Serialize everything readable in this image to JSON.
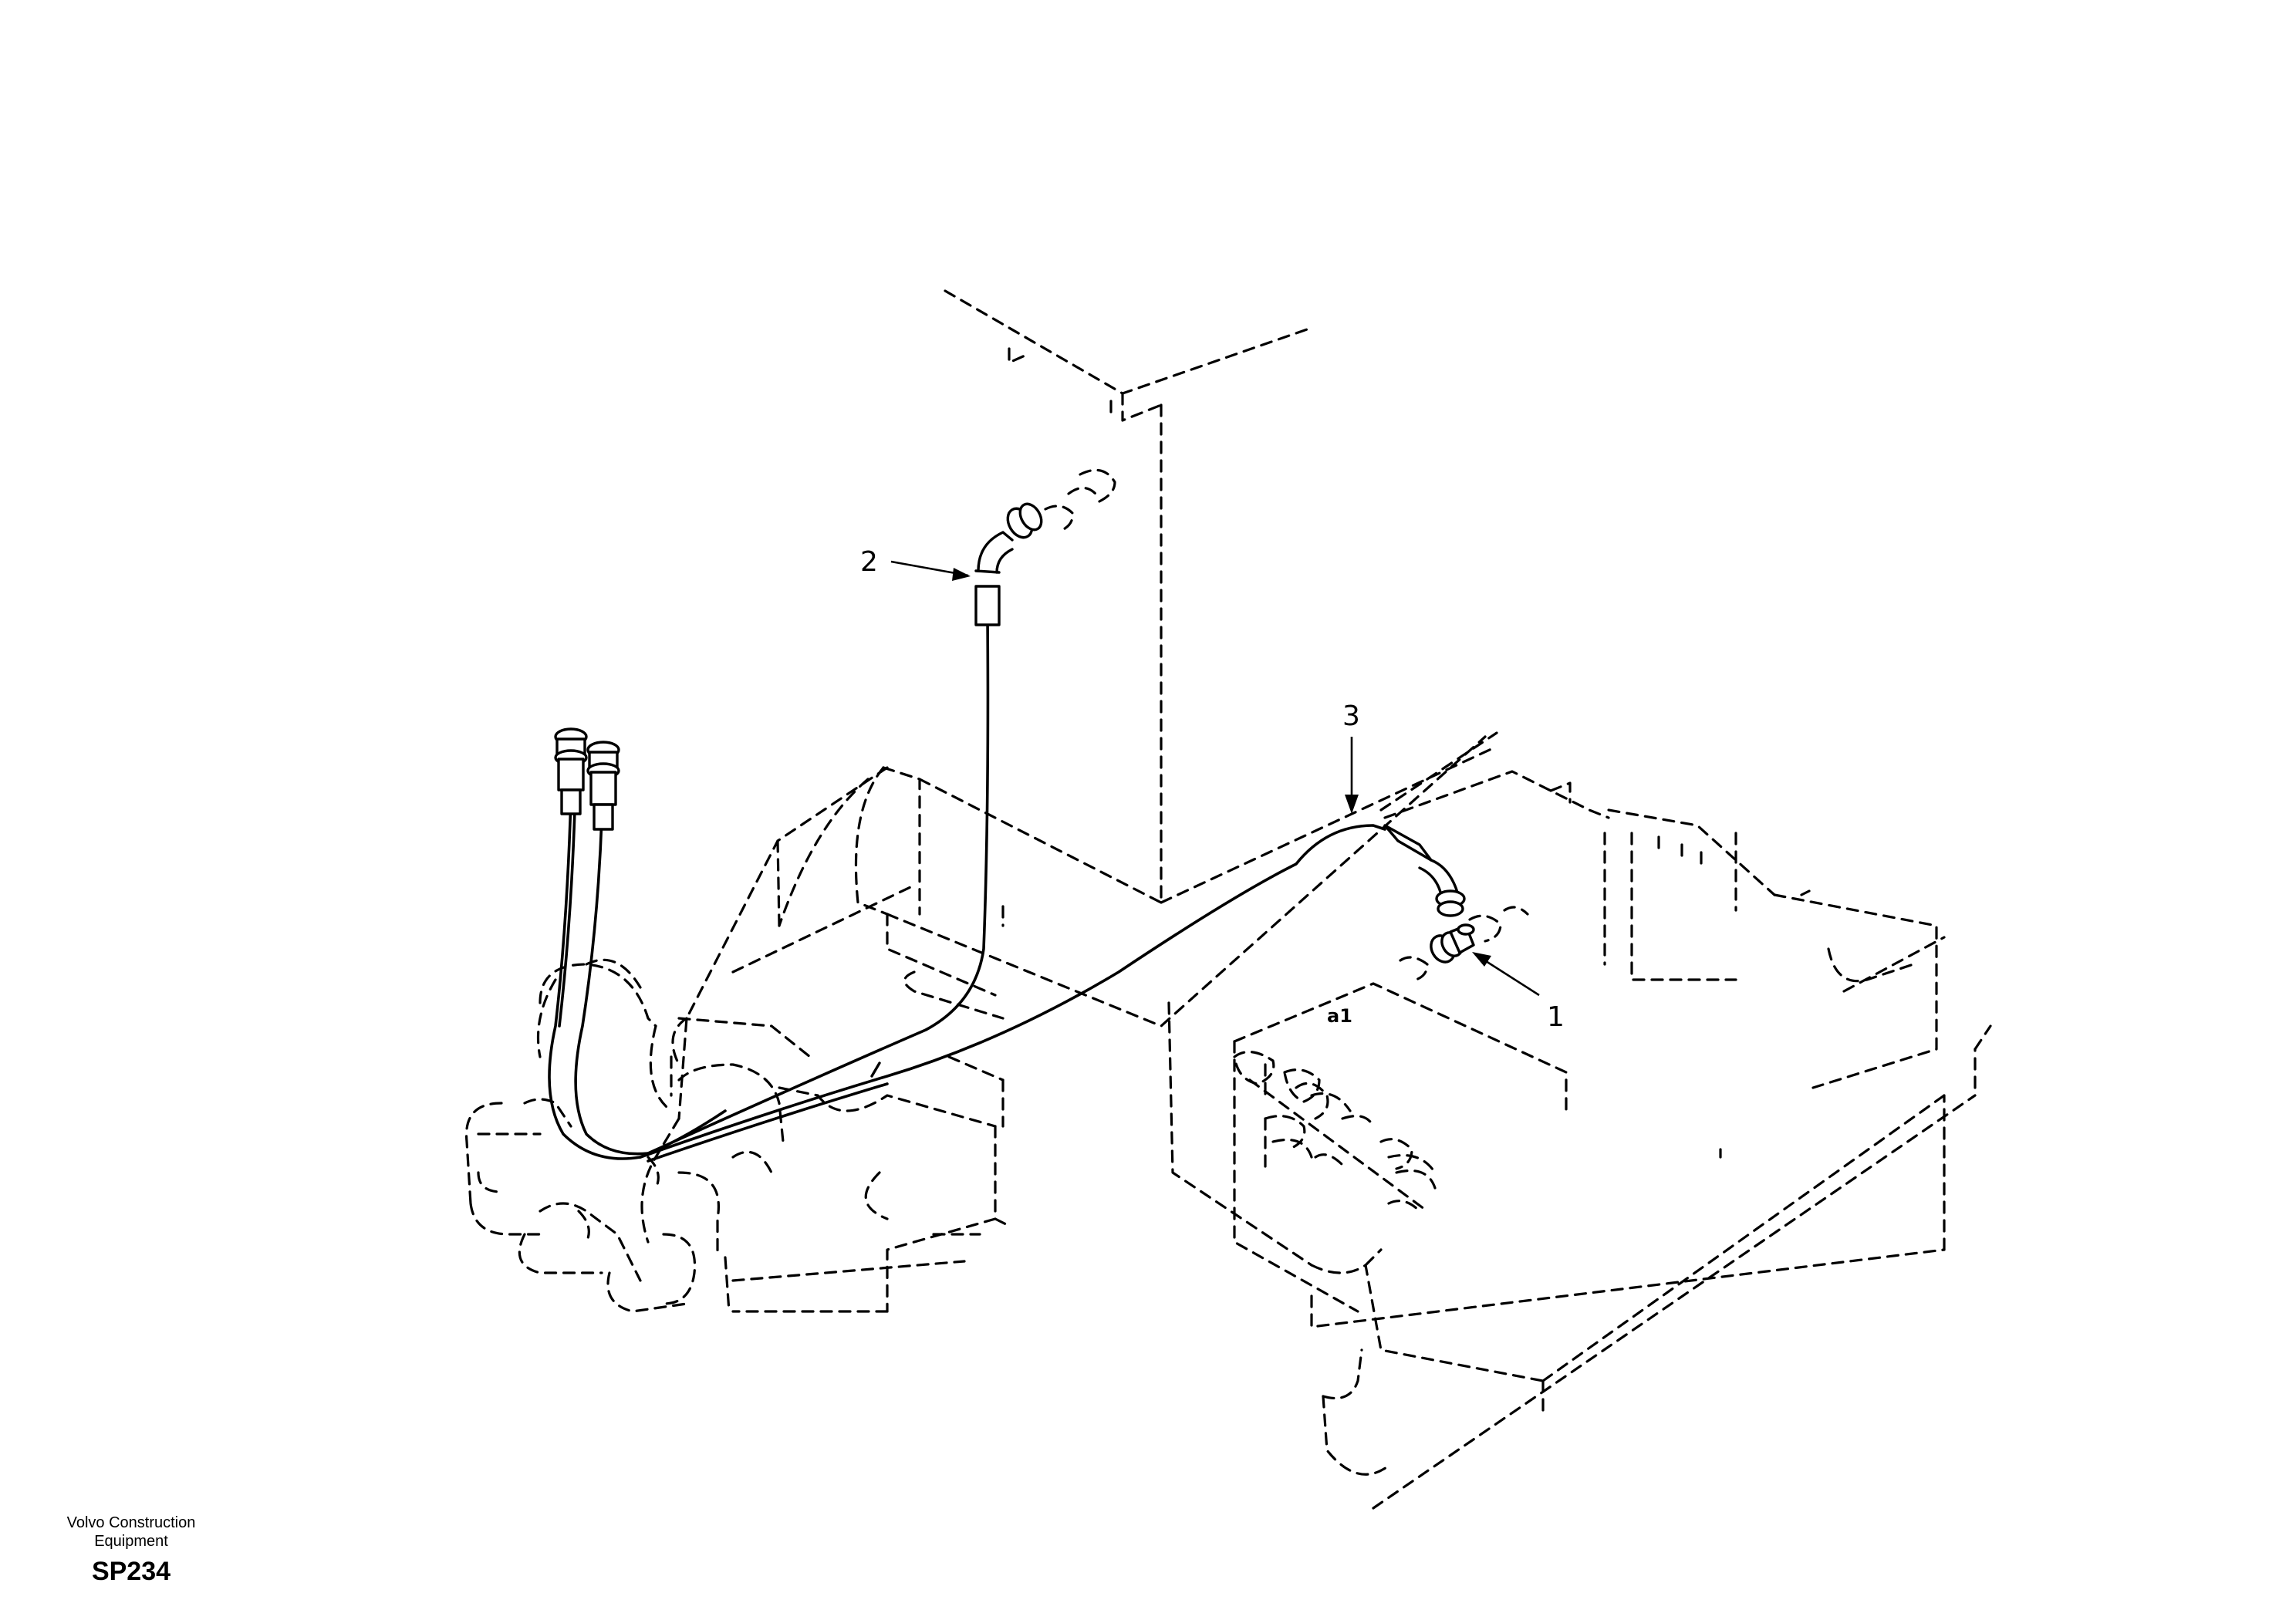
{
  "callouts": [
    {
      "id": "1",
      "label": "1"
    },
    {
      "id": "2",
      "label": "2"
    },
    {
      "id": "3",
      "label": "3"
    }
  ],
  "port_label": "a1",
  "footer": {
    "brand_line1": "Volvo Construction",
    "brand_line2": "Equipment",
    "figure_code": "SP234"
  }
}
